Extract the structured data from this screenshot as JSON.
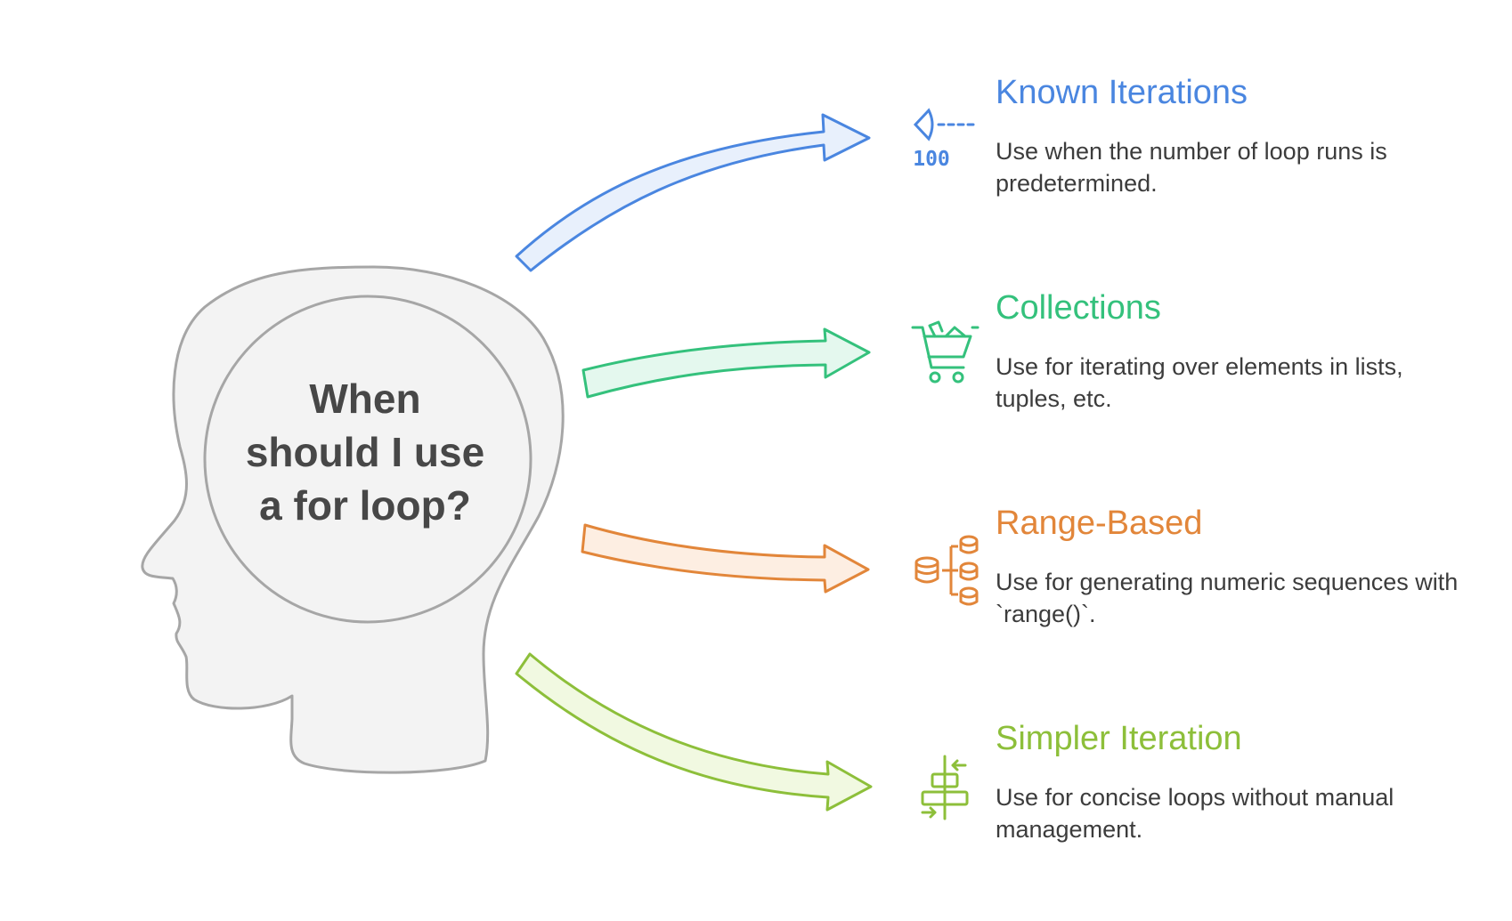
{
  "center": {
    "question_lines": [
      "When",
      "should I use",
      "a for loop?"
    ]
  },
  "branches": [
    {
      "title": "Known Iterations",
      "description": "Use when the number of loop runs is predetermined.",
      "icon": "counter-100-icon",
      "icon_text": "100",
      "color": "#4a86e0",
      "fill": "#e8f0fc"
    },
    {
      "title": "Collections",
      "description": "Use for iterating over elements in lists, tuples, etc.",
      "icon": "shopping-cart-icon",
      "color": "#34c17c",
      "fill": "#e4f8ee"
    },
    {
      "title": "Range-Based",
      "description": "Use for generating numeric sequences with `range()`.",
      "icon": "database-range-icon",
      "color": "#e2863a",
      "fill": "#fdeee2"
    },
    {
      "title": "Simpler Iteration",
      "description": "Use for concise loops without manual management.",
      "icon": "align-center-arrows-icon",
      "color": "#8dbf3a",
      "fill": "#f1f9e1"
    }
  ]
}
